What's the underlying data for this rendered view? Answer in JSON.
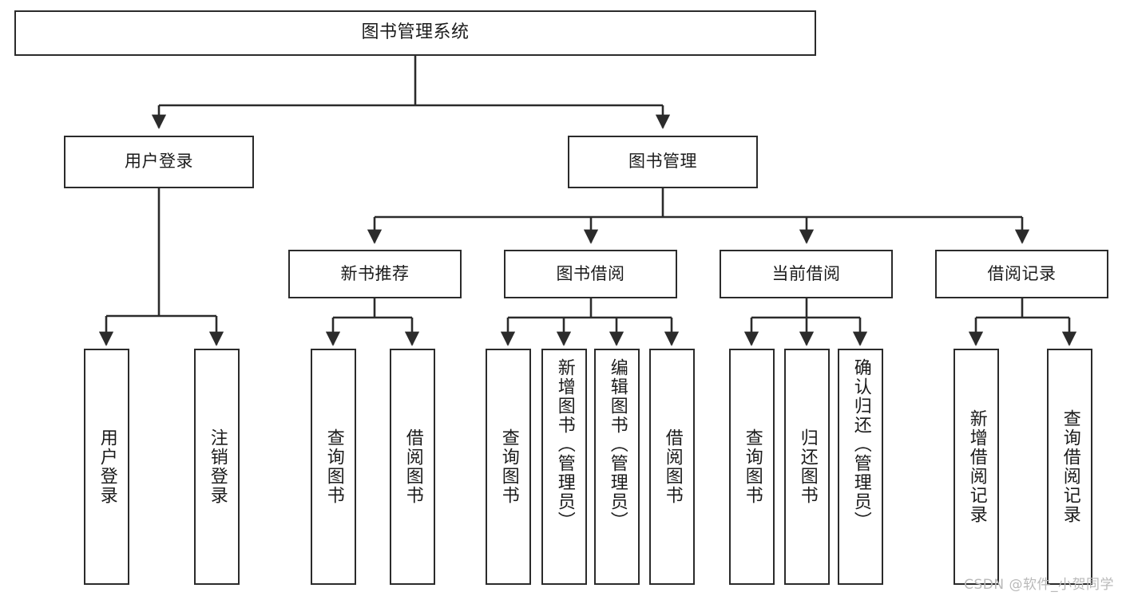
{
  "diagram": {
    "type": "tree",
    "title": "图书管理系统",
    "orientation": "top-down",
    "colors": {
      "background": "#ffffff",
      "node_border": "#2b2b2b",
      "node_fill": "#ffffff",
      "edge": "#2b2b2b",
      "text": "#1b1b1b",
      "watermark": "#b9b9b9"
    }
  },
  "nodes": {
    "root": {
      "label": "图书管理系统",
      "level": 1
    },
    "level2": [
      {
        "id": "user-login",
        "label": "用户登录"
      },
      {
        "id": "book-manage",
        "label": "图书管理"
      }
    ],
    "level3": [
      {
        "id": "new-book-recommend",
        "label": "新书推荐"
      },
      {
        "id": "book-borrow",
        "label": "图书借阅"
      },
      {
        "id": "current-borrow",
        "label": "当前借阅"
      },
      {
        "id": "borrow-record",
        "label": "借阅记录"
      }
    ],
    "leaves": {
      "user-login": [
        {
          "id": "leaf-user-login",
          "label": "用户登录"
        },
        {
          "id": "leaf-logout-login",
          "label": "注销登录"
        }
      ],
      "new-book-recommend": [
        {
          "id": "leaf-query-book-1",
          "label": "查询图书"
        },
        {
          "id": "leaf-borrow-book-1",
          "label": "借阅图书"
        }
      ],
      "book-borrow": [
        {
          "id": "leaf-query-book-2",
          "label": "查询图书"
        },
        {
          "id": "leaf-add-book-admin",
          "label": "新增图书（管理员）"
        },
        {
          "id": "leaf-edit-book-admin",
          "label": "编辑图书（管理员）"
        },
        {
          "id": "leaf-borrow-book-2",
          "label": "借阅图书"
        }
      ],
      "current-borrow": [
        {
          "id": "leaf-query-book-3",
          "label": "查询图书"
        },
        {
          "id": "leaf-return-book",
          "label": "归还图书"
        },
        {
          "id": "leaf-confirm-return-admin",
          "label": "确认归还（管理员）"
        }
      ],
      "borrow-record": [
        {
          "id": "leaf-add-borrow-record",
          "label": "新增借阅记录"
        },
        {
          "id": "leaf-query-borrow-record",
          "label": "查询借阅记录"
        }
      ]
    }
  },
  "watermark": {
    "text": "CSDN @软件_小贺同学"
  }
}
